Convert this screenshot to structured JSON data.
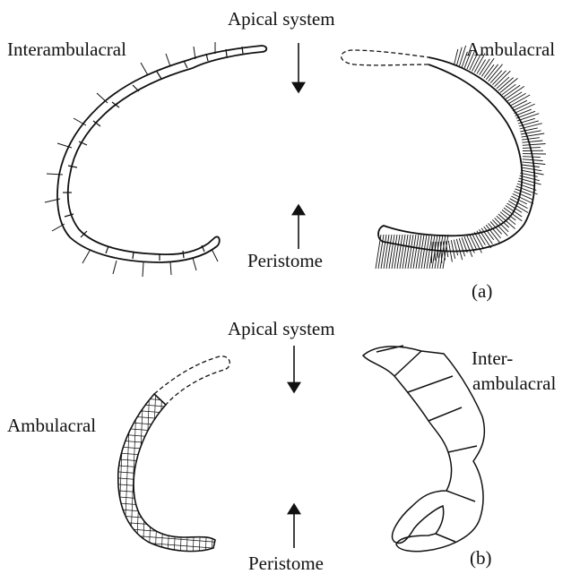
{
  "panel_a": {
    "apical": "Apical system",
    "peristome": "Peristome",
    "left_label": "Interambulacral",
    "right_label": "Ambulacral",
    "panel_tag": "(a)"
  },
  "panel_b": {
    "apical": "Apical system",
    "peristome": "Peristome",
    "left_label": "Ambulacral",
    "right_label_line1": "Inter-",
    "right_label_line2": "ambulacral",
    "panel_tag": "(b)"
  },
  "colors": {
    "ink": "#111111",
    "background": "#ffffff"
  }
}
